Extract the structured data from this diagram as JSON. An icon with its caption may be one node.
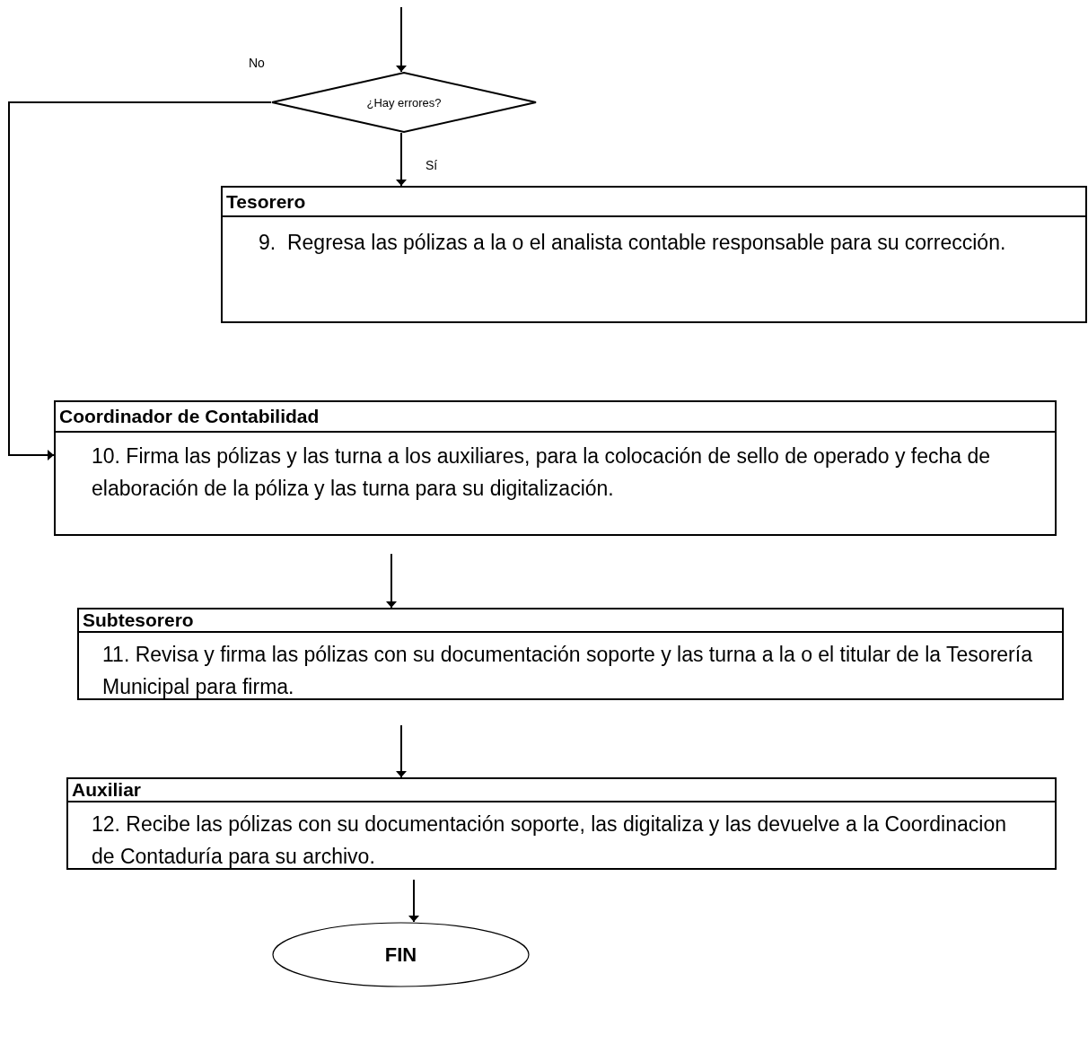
{
  "diagram": {
    "nodes": [
      {
        "text": [
          "¿Hay errores?"
        ]
      },
      {
        "text": [
          "Tesorero",
          "9.  Regresa las pólizas a la o el analista contable responsable para su corrección."
        ]
      },
      {
        "text": [
          "Coordinador de Contabilidad",
          "10. Firma las pólizas y las turna a los auxiliares, para la colocación de sello de operado y fecha de elaboración de la póliza y las turna para su digitalización."
        ]
      },
      {
        "text": [
          "Subtesorero",
          "11. Revisa y firma las pólizas con su documentación soporte y las turna a la o el titular de la Tesorería Municipal para firma."
        ]
      },
      {
        "text": [
          "Auxiliar",
          "12. Recibe las pólizas con su documentación soporte, las digitaliza y las devuelve a la Coordinacion  de Contaduría para su archivo."
        ]
      },
      {
        "text": [
          "FIN"
        ]
      }
    ],
    "edges": [
      {
        "from": null,
        "to": 0,
        "arrow": "to"
      },
      {
        "from": 0,
        "to": 1,
        "arrow": "to",
        "label": "Sí"
      },
      {
        "from": 0,
        "to": 2,
        "arrow": "to",
        "label": "No"
      },
      {
        "from": 2,
        "to": 3,
        "arrow": "to"
      },
      {
        "from": 3,
        "to": 4,
        "arrow": "to"
      },
      {
        "from": 4,
        "to": 5,
        "arrow": "to"
      }
    ]
  }
}
